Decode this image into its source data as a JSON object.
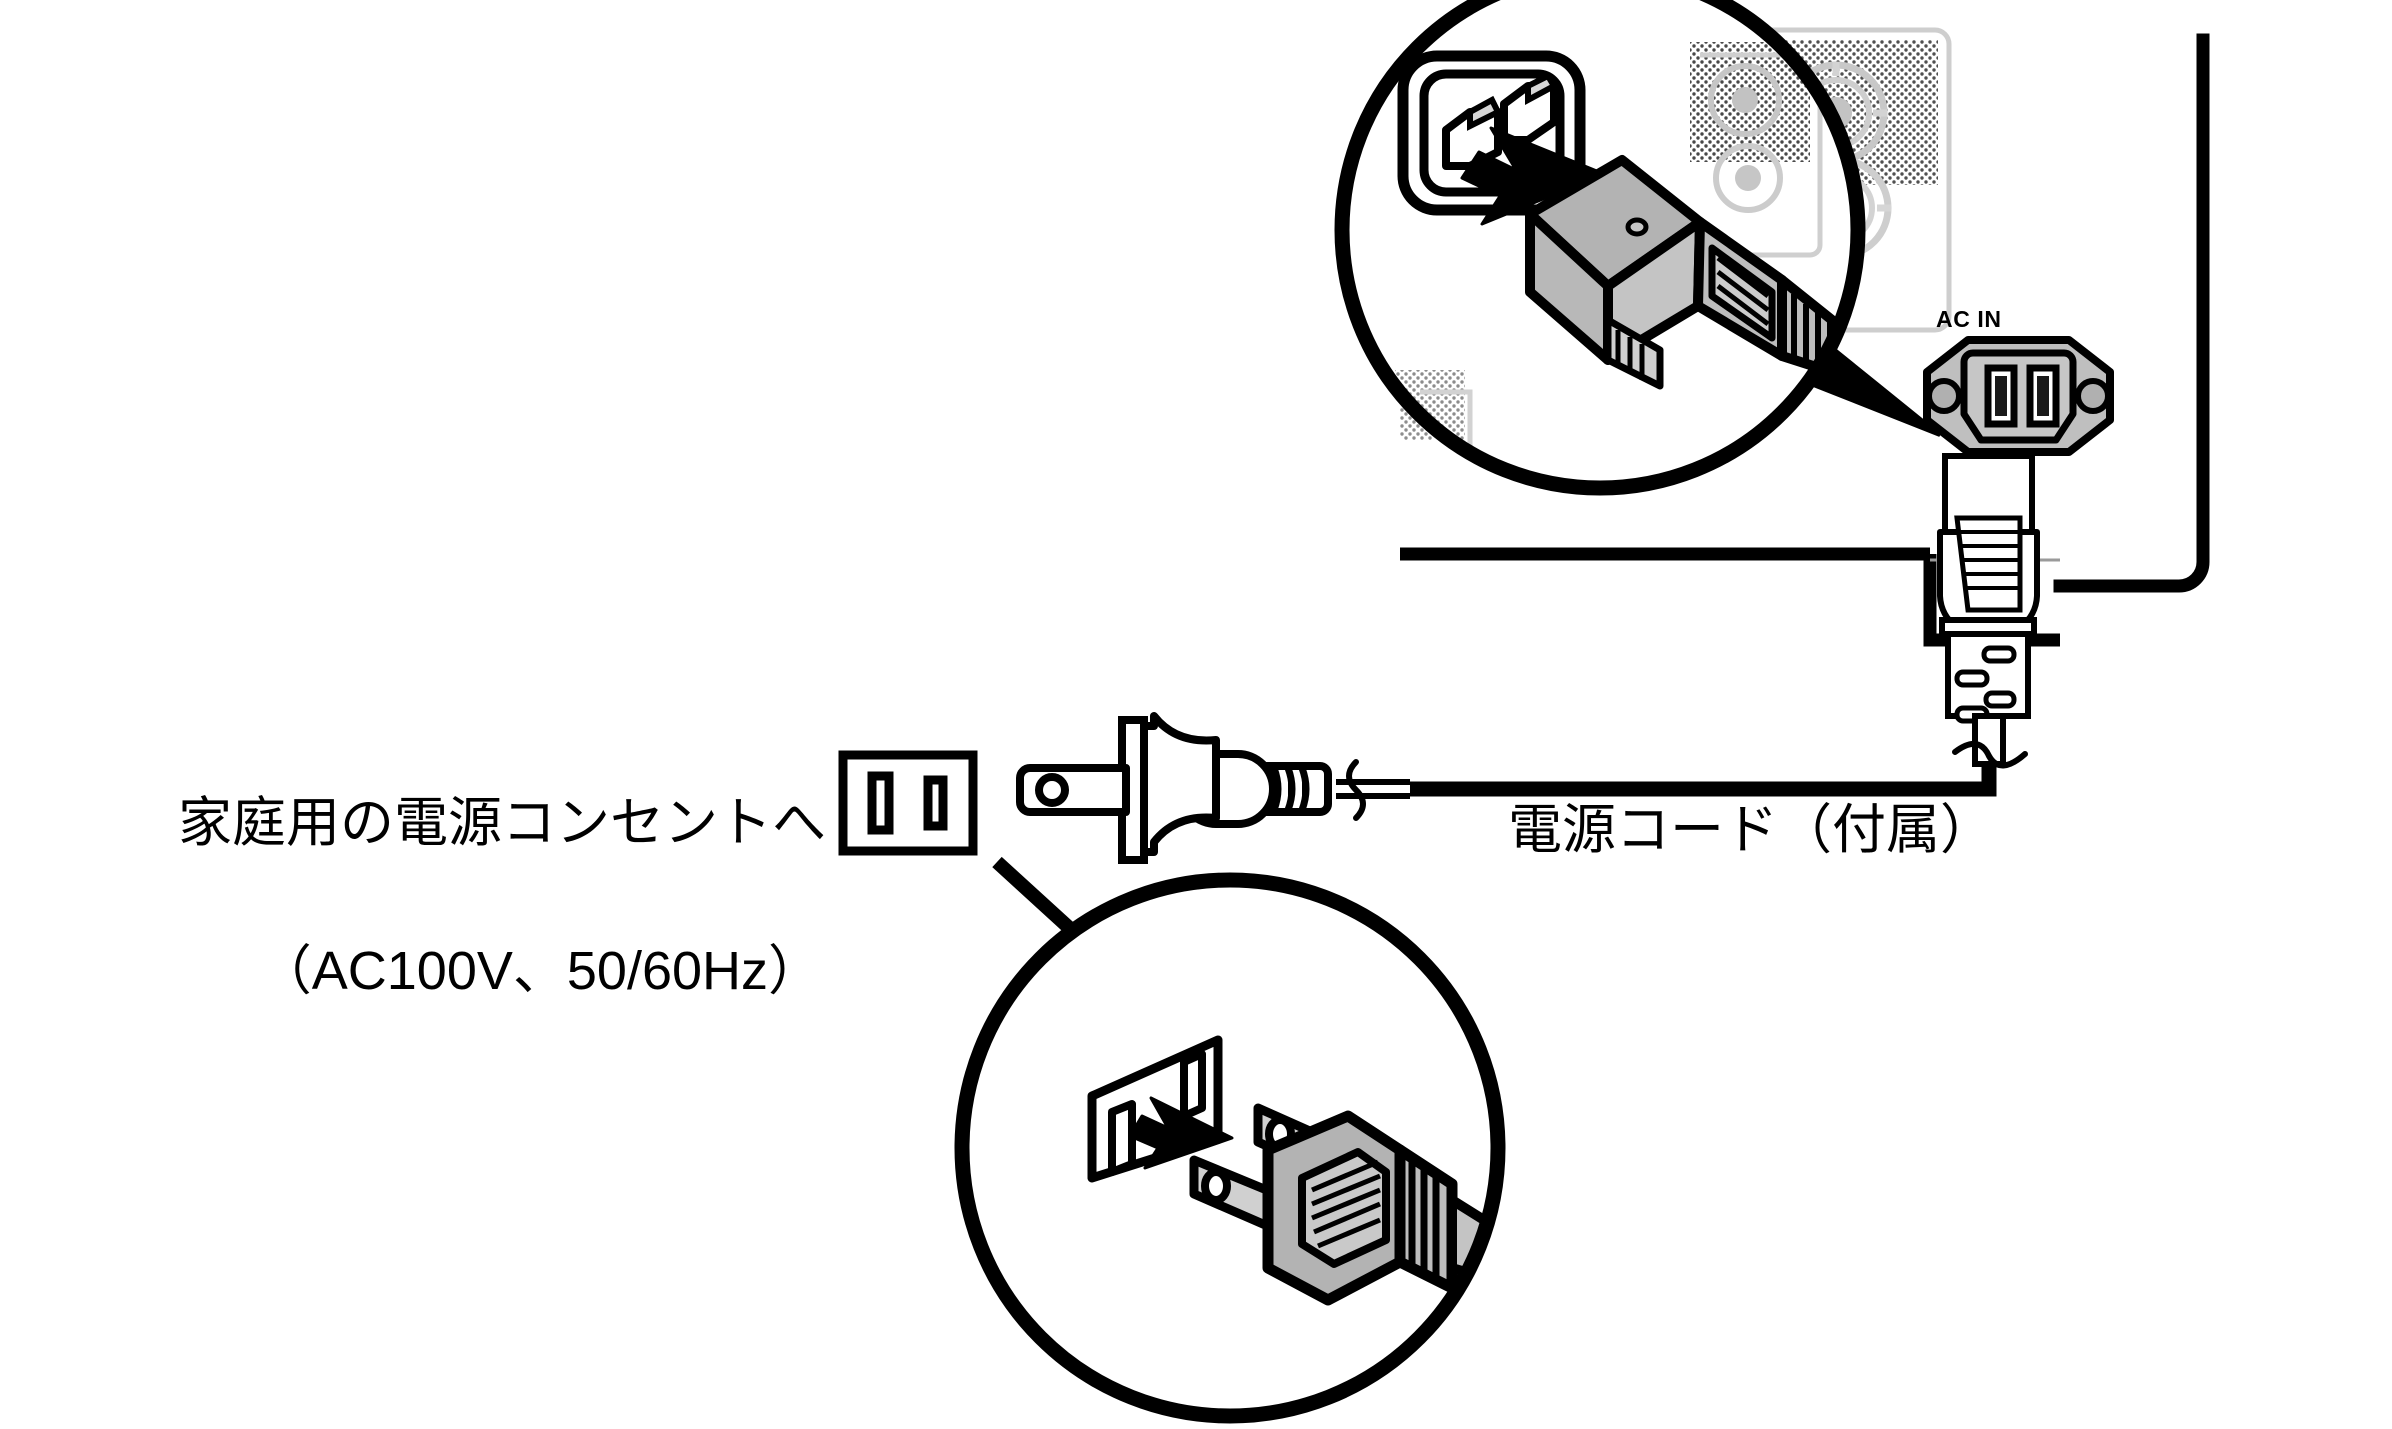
{
  "diagram": {
    "title": "AC power cord connection diagram",
    "kind": "appliance-rear-panel-power-connection",
    "colors": {
      "ink": "#000000",
      "background": "#ffffff",
      "connector_body": "#b3b3b3",
      "connector_light": "#d9d9d9",
      "panel_detail": "#c8c8c8",
      "inlet_face": "#bfbfbf"
    }
  },
  "labels": {
    "wall_outlet": {
      "line1": "家庭用の電源コンセントへ",
      "line2": "（AC100V、50/60Hz）"
    },
    "power_cord": "電源コード（付属）",
    "ac_inlet": "AC IN"
  },
  "callouts": [
    {
      "name": "ac-inlet-magnifier",
      "target": "AC IN inlet on rear panel",
      "shows": "IEC C13 connector being inserted into the AC inlet",
      "arrow": "insertion-arrow"
    },
    {
      "name": "wall-outlet-magnifier",
      "target": "household wall outlet symbol",
      "shows": "two-prong NEMA 1-15 plug being inserted into a wall outlet",
      "arrow": "insertion-arrow"
    }
  ],
  "parts": [
    {
      "name": "rear-panel",
      "description": "Rear panel of the audio component"
    },
    {
      "name": "speaker-terminals",
      "description": "Binding post speaker terminals"
    },
    {
      "name": "ac-inlet",
      "description": "AC IN inlet socket"
    },
    {
      "name": "iec-connector",
      "description": "IEC connector end of the supplied power cord"
    },
    {
      "name": "power-cord",
      "description": "Supplied power cord"
    },
    {
      "name": "wall-plug",
      "description": "Two-prong household plug"
    },
    {
      "name": "wall-outlet-symbol",
      "description": "Household AC outlet"
    }
  ]
}
